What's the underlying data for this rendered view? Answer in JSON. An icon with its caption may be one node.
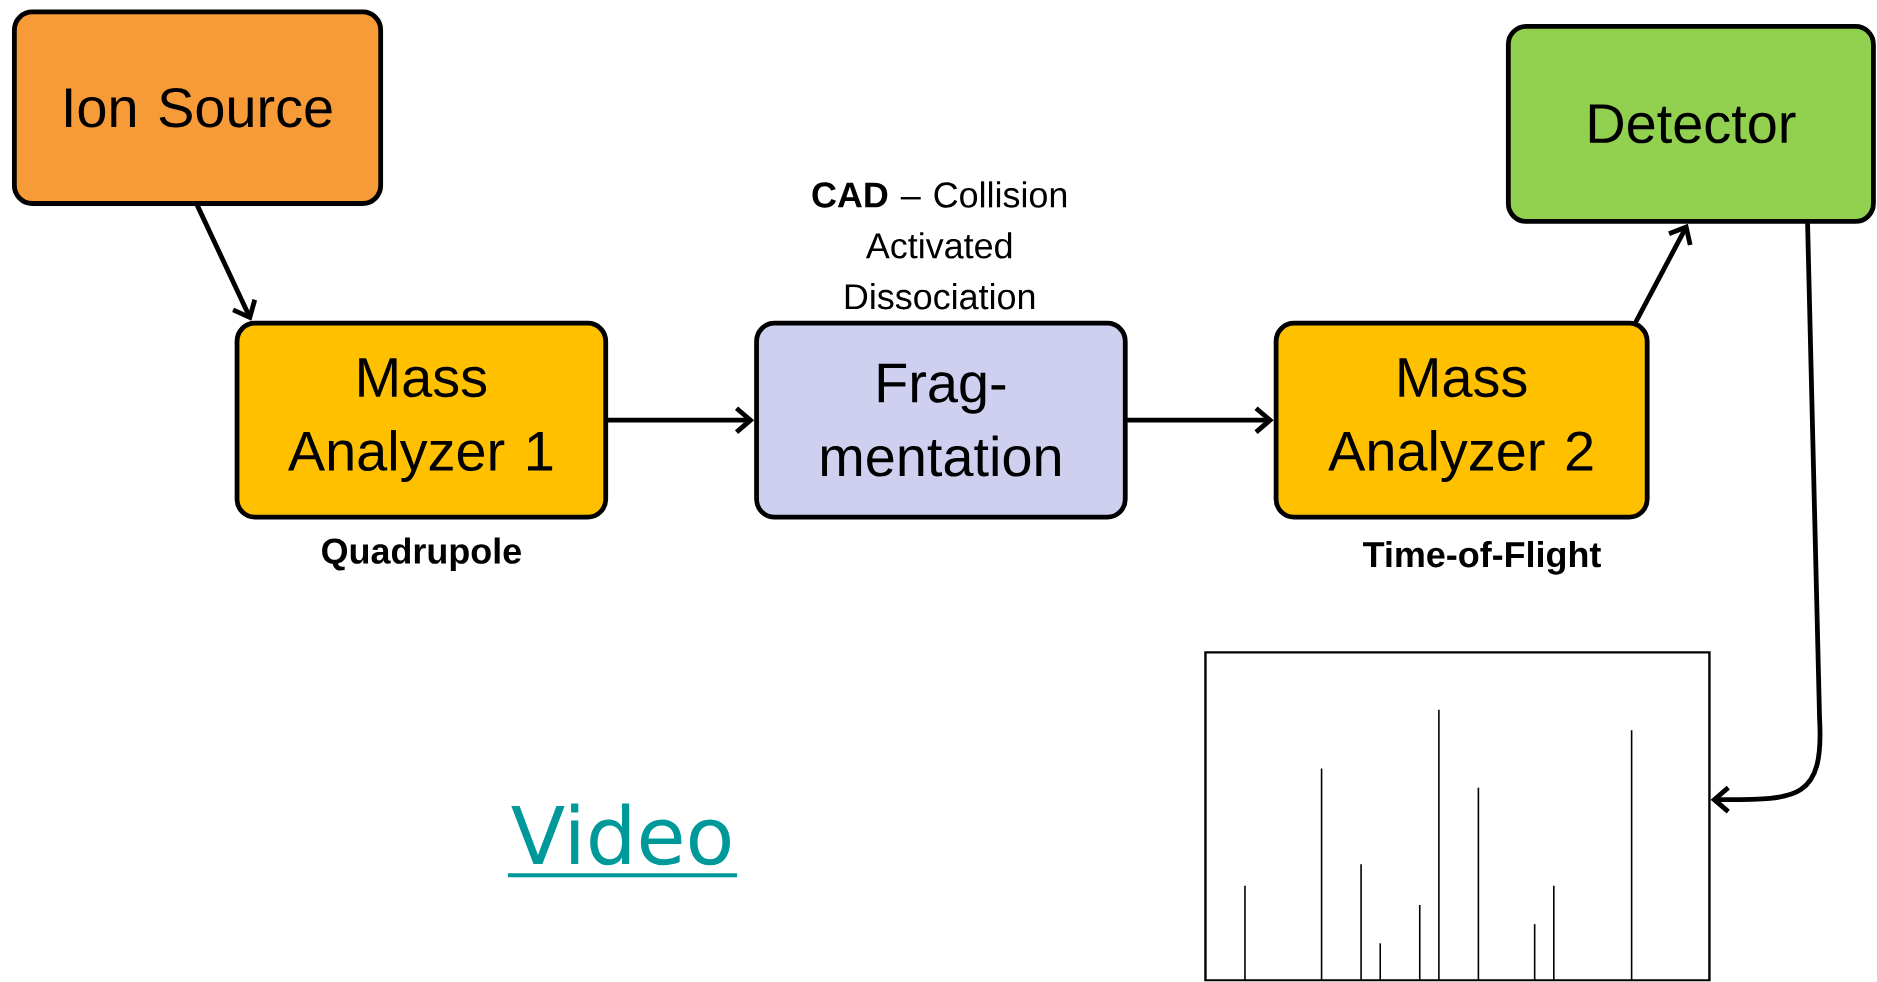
{
  "diagram": {
    "nodes": [
      {
        "text": [
          "Ion Source"
        ]
      },
      {
        "text": [
          "Mass Analyzer 1"
        ],
        "beside": [
          "Quadrupole"
        ]
      },
      {
        "text": [
          "Frag- mentation"
        ],
        "beside": [
          "**CAD** – Collision Activated Dissociation"
        ]
      },
      {
        "text": [
          "Mass Analyzer 2"
        ],
        "beside": [
          "Time-of-Flight"
        ]
      },
      {
        "text": [
          "Detector"
        ]
      },
      {
        "text": [],
        "shape": "box"
      }
    ],
    "edges": [
      {
        "from": 0,
        "to": 1,
        "arrow": "to"
      },
      {
        "from": 1,
        "to": 2,
        "arrow": "to"
      },
      {
        "from": 2,
        "to": 3,
        "arrow": "to"
      },
      {
        "from": 3,
        "to": 4,
        "arrow": "to"
      },
      {
        "from": 4,
        "to": 5,
        "arrow": "to"
      }
    ],
    "labels": [
      "Video"
    ]
  }
}
